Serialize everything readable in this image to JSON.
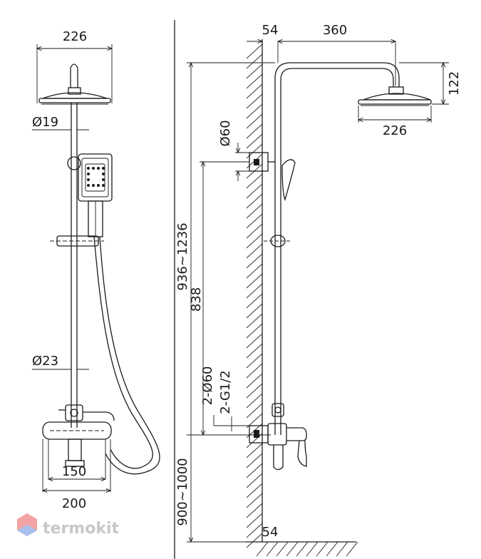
{
  "front_view": {
    "head_width": "226",
    "upper_pipe_diameter": "Ø19",
    "lower_pipe_diameter": "Ø23",
    "inlet_spacing": "150",
    "mixer_width": "200"
  },
  "side_view": {
    "wall_offset": "54",
    "arm_reach": "360",
    "head_height": "122",
    "head_width": "226",
    "bracket_diameter": "Ø60",
    "total_height": "936~1236",
    "inlet_to_bracket": "838",
    "escutcheon_diameter": "2-Ø60",
    "inlet_thread": "2-G1/2",
    "mount_height": "900~1000",
    "wall_thickness": "54"
  },
  "watermark": {
    "brand": "termokit",
    "logo_color_top": "#f08a8a",
    "logo_color_bottom": "#9ab8e8"
  }
}
